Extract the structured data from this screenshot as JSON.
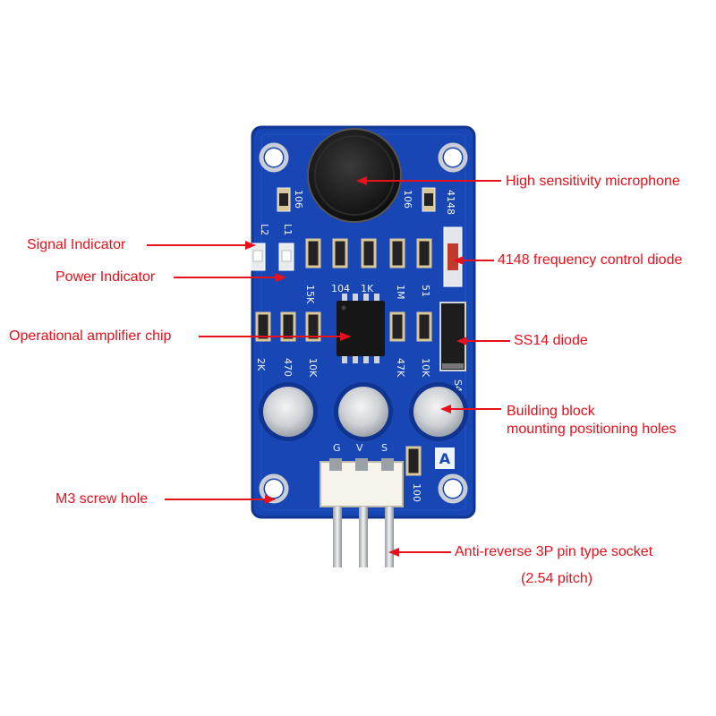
{
  "colors": {
    "board": "#1846b4",
    "board_edge": "#0f3590",
    "callout": "#e8101a",
    "silkscreen": "#eef4ff"
  },
  "callouts": {
    "microphone": "High sensitivity microphone",
    "diode_4148": "4148 frequency control diode",
    "signal_led": "Signal Indicator",
    "power_led": "Power Indicator",
    "op_amp": "Operational amplifier chip",
    "diode_ss14": "SS14 diode",
    "mount_holes_line1": "Building block",
    "mount_holes_line2": "mounting positioning holes",
    "screw_hole": "M3 screw hole",
    "socket_line1": "Anti-reverse 3P pin type socket",
    "socket_line2": "(2.54 pitch)"
  },
  "silkscreen": {
    "r_left_top": "106",
    "r_right_top": "106",
    "diode_label": "4148",
    "led_l2": "L2",
    "led_l1": "L1",
    "r_15k": "15K",
    "c_104": "104",
    "r_1k": "1K",
    "r_1m": "1M",
    "c_51": "51",
    "r_2k": "2K",
    "r_470": "470",
    "r_10k_a": "10K",
    "r_47k": "47K",
    "r_10k_b": "10K",
    "ss14": "S4",
    "pin_g": "G",
    "pin_v": "V",
    "pin_s": "S",
    "board_mark": "A",
    "r_100": "100"
  }
}
